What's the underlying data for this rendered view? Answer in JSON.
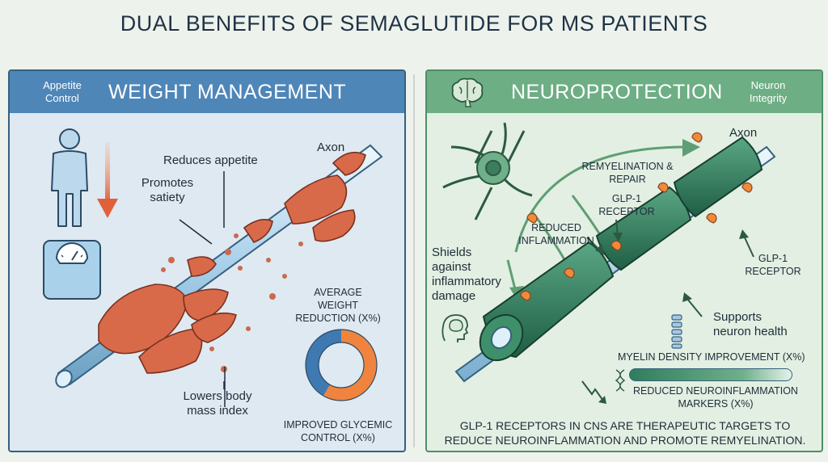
{
  "title": "DUAL BENEFITS OF SEMAGLUTIDE FOR MS PATIENTS",
  "left_panel": {
    "header_small": "Appetite Control",
    "header_title": "WEIGHT MANAGEMENT",
    "labels": {
      "axon": "Axon",
      "reduces_appetite": "Reduces appetite",
      "promotes_satiety": "Promotes satiety",
      "lowers_bmi": "Lowers body mass index",
      "avg_weight": "AVERAGE WEIGHT REDUCTION (X%)",
      "glycemic": "IMPROVED GLYCEMIC CONTROL (X%)"
    },
    "icons": [
      "person-icon",
      "down-arrow-icon",
      "scale-icon"
    ],
    "donut_colors": {
      "primary": "#f0843e",
      "secondary": "#3f79b2"
    }
  },
  "right_panel": {
    "header_small": "Neuron Integrity",
    "header_title": "NEUROPROTECTION",
    "labels": {
      "axon": "Axon",
      "remyelination": "REMYELINATION & REPAIR",
      "glp1_receptor_1": "GLP-1 RECEPTOR",
      "reduced_inflammation": "REDUCED INFLAMMATION",
      "glp1_receptor_2": "GLP-1 RECEPTOR",
      "shields": "Shields against inflammatory damage",
      "supports": "Supports neuron health",
      "myelin_density": "MYELIN DENSITY IMPROVEMENT (X%)",
      "neuroinflammation": "REDUCED NEUROINFLAMMATION MARKERS (X%)"
    },
    "footer": "GLP-1 RECEPTORS IN CNS ARE THERAPEUTIC TARGETS TO REDUCE NEUROINFLAMMATION AND PROMOTE REMYELINATION.",
    "icons": [
      "brain-icon",
      "neuron-icon",
      "head-brain-icon",
      "spine-icon",
      "dna-icon",
      "zigzag-arrow-icon"
    ],
    "colors": {
      "myelin": "#2f7d5c",
      "receptor": "#f08a3a"
    }
  }
}
